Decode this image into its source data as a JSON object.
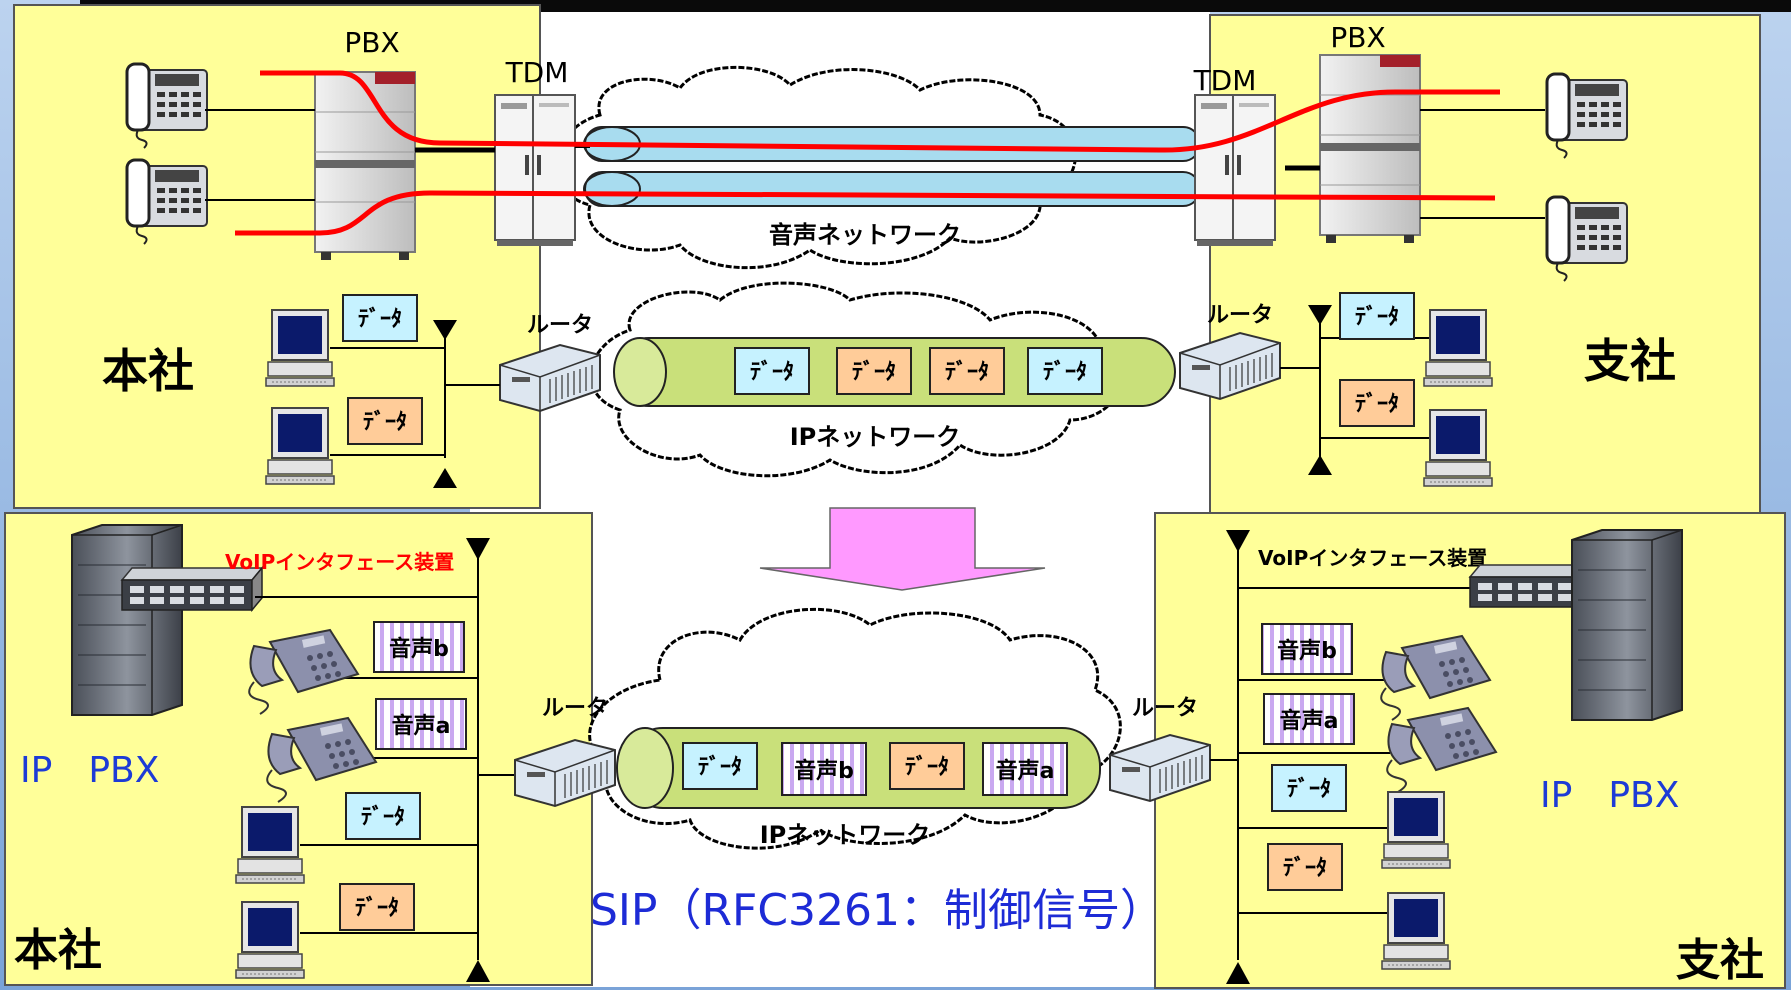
{
  "diagram": {
    "top": {
      "left_site": {
        "label": "本社",
        "pbx": "PBX",
        "tdm": "TDM",
        "router": "ルータ",
        "packets": [
          "ﾃﾞｰﾀ",
          "ﾃﾞｰﾀ"
        ]
      },
      "right_site": {
        "label": "支社",
        "pbx": "PBX",
        "tdm": "TDM",
        "router": "ルータ",
        "packets": [
          "ﾃﾞｰﾀ",
          "ﾃﾞｰﾀ"
        ]
      },
      "voice_network": "音声ネットワーク",
      "ip_network": "IPネットワーク",
      "ip_tunnel_packets": [
        "ﾃﾞｰﾀ",
        "ﾃﾞｰﾀ",
        "ﾃﾞｰﾀ",
        "ﾃﾞｰﾀ"
      ]
    },
    "bottom": {
      "left_site": {
        "label": "本社",
        "ip_pbx": "IP　PBX",
        "voip_device": "VoIPインタフェース装置",
        "router": "ルータ",
        "packets": [
          "音声b",
          "音声a",
          "ﾃﾞｰﾀ",
          "ﾃﾞｰﾀ"
        ]
      },
      "right_site": {
        "label": "支社",
        "ip_pbx": "IP　PBX",
        "voip_device": "VoIPインタフェース装置",
        "router": "ルータ",
        "packets": [
          "音声b",
          "音声a",
          "ﾃﾞｰﾀ",
          "ﾃﾞｰﾀ"
        ]
      },
      "ip_network": "IPネットワーク",
      "ip_tunnel_packets": [
        "ﾃﾞｰﾀ",
        "音声b",
        "ﾃﾞｰﾀ",
        "音声a"
      ],
      "sip_label": "SIP（RFC3261：制御信号）"
    },
    "colors": {
      "site_panel": "#ffff99",
      "voice_tube": "#a8dcef",
      "ip_tube": "#c9e07a",
      "call_line": "#ff0000",
      "data_packet_blue": "#c6f2ff",
      "data_packet_orange": "#ffcc99",
      "voice_packet_stripe": "#c9a8f0",
      "transition_arrow": "#ff99ff",
      "sip_text": "#1d2bd6",
      "ip_pbx_text": "#1d3bd6",
      "voip_label_red": "#ff0000"
    }
  }
}
